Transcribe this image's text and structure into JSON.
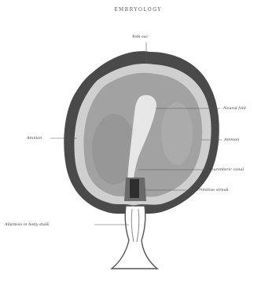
{
  "header": "EMBRYOLOGY",
  "labels": {
    "yolk_sac": "Yolk-sac",
    "amnion_left": "Amnion",
    "neural_head": "Neural fold",
    "amnion_right": "Amnion",
    "neurenteric_canal": "Neurenteric canal",
    "primitive_streak": "Primitive streak",
    "allantois_stalk": "Allantois in body-stalk"
  },
  "colors": {
    "chorion_outer": "#4a4a4a",
    "amnion_ring": "#c8c8c8",
    "cavity": "#9a9a9a",
    "embryo": "#e2e2e2"
  }
}
